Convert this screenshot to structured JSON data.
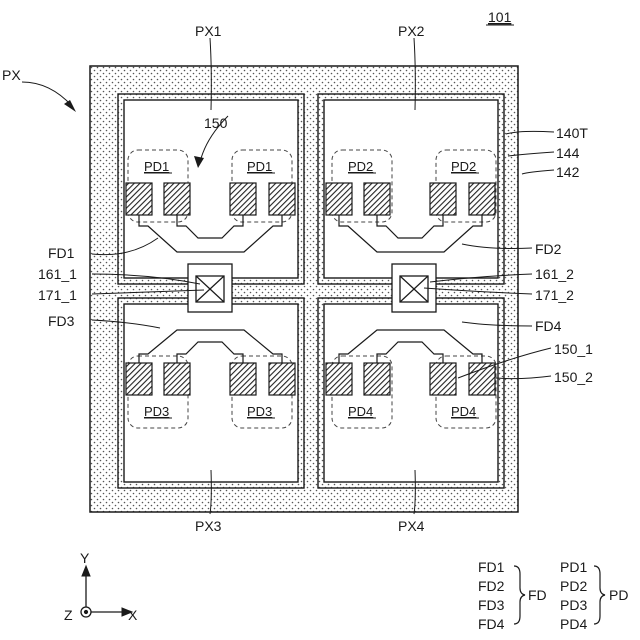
{
  "figure_number": "101",
  "labels": {
    "px": "PX",
    "px1": "PX1",
    "px2": "PX2",
    "px3": "PX3",
    "px4": "PX4",
    "ref_150": "150",
    "ref_140t": "140T",
    "ref_144": "144",
    "ref_142": "142",
    "fd1": "FD1",
    "fd2": "FD2",
    "fd3": "FD3",
    "fd4": "FD4",
    "ref_161_1": "161_1",
    "ref_171_1": "171_1",
    "ref_161_2": "161_2",
    "ref_171_2": "171_2",
    "ref_150_1": "150_1",
    "ref_150_2": "150_2"
  },
  "photodiodes": {
    "px1": [
      "PD1",
      "PD1"
    ],
    "px2": [
      "PD2",
      "PD2"
    ],
    "px3": [
      "PD3",
      "PD3"
    ],
    "px4": [
      "PD4",
      "PD4"
    ]
  },
  "axes": {
    "y": "Y",
    "x": "X",
    "z": "Z"
  },
  "legend": {
    "fd_items": [
      "FD1",
      "FD2",
      "FD3",
      "FD4"
    ],
    "fd_group": "FD",
    "pd_items": [
      "PD1",
      "PD2",
      "PD3",
      "PD4"
    ],
    "pd_group": "PD"
  },
  "colors": {
    "line": "#1a1a1a",
    "background": "#ffffff"
  }
}
